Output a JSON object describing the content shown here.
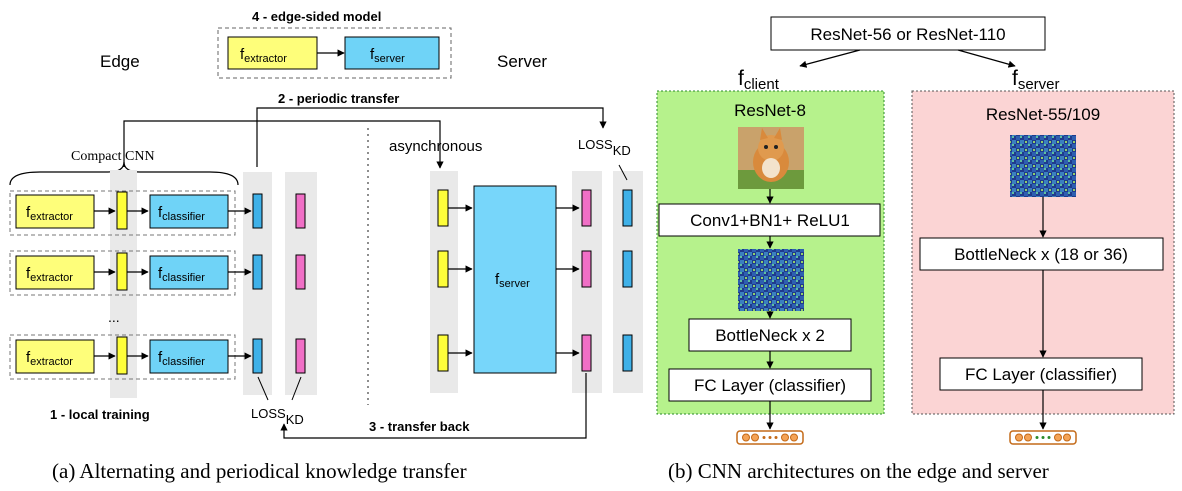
{
  "panel_a": {
    "edge_label": "Edge",
    "server_label": "Server",
    "edge_sided_model_title": "4 - edge-sided model",
    "periodic_transfer_label": "2 - periodic transfer",
    "compact_cnn_label": "Compact CNN",
    "asynchronous_label": "asynchronous",
    "loss_kd_label": "LOSS",
    "loss_kd_sub": "KD",
    "local_training_label": "1 - local training",
    "transfer_back_label": "3 - transfer back",
    "ellipsis": "...",
    "f_base": "f",
    "extractor_sub": "extractor",
    "classifier_sub": "classifier",
    "server_sub": "server",
    "caption": "(a)  Alternating and periodical knowledge transfer"
  },
  "panel_b": {
    "top_model": "ResNet-56 or ResNet-110",
    "f_base": "f",
    "client_sub": "client",
    "server_sub": "server",
    "client_model": "ResNet-8",
    "server_model": "ResNet-55/109",
    "conv_block": "Conv1+BN1+ ReLU1",
    "client_bottleneck": "BottleNeck x 2",
    "client_fc": "FC Layer (classifier)",
    "server_bottleneck": "BottleNeck x (18 or 36)",
    "server_fc": "FC Layer (classifier)",
    "caption": "(b)  CNN architectures on the edge and server"
  },
  "colors": {
    "extractor": "#fefe7a",
    "classifier": "#6fd3f7",
    "server": "#77d6fa",
    "feature_bar": "#fefe3a",
    "logit_blue": "#3fb1e8",
    "logit_pink": "#f06fc6",
    "client_bg": "#b6f28c",
    "server_bg": "#fbd4d4",
    "gray_column": "#e9e9e9",
    "output_node": "#f4a356"
  }
}
